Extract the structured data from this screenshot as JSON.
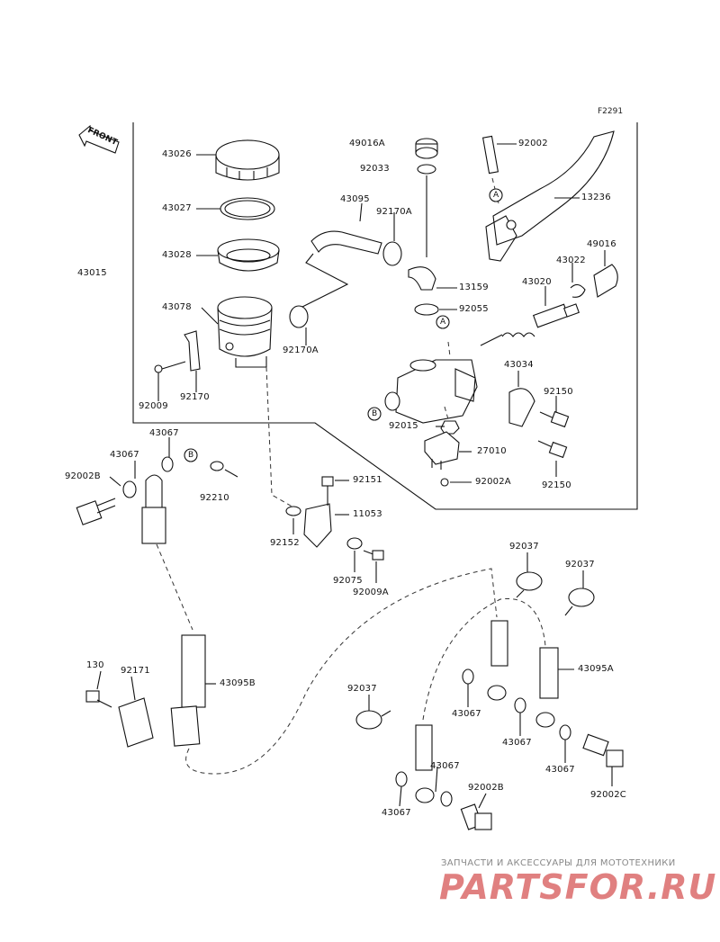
{
  "figure_code": "F2291",
  "front_label": "FRONT",
  "callouts": {
    "A": "A",
    "B": "B"
  },
  "parts": {
    "p43015": "43015",
    "p43026": "43026",
    "p43027": "43027",
    "p43028": "43028",
    "p43078": "43078",
    "p92009": "92009",
    "p92170": "92170",
    "p92170A_a": "92170A",
    "p92170A_b": "92170A",
    "p43095": "43095",
    "p49016A": "49016A",
    "p92033": "92033",
    "p92002": "92002",
    "p13236": "13236",
    "p13159": "13159",
    "p92055": "92055",
    "p49016": "49016",
    "p43022": "43022",
    "p43020": "43020",
    "p43034": "43034",
    "p92150_a": "92150",
    "p92150_b": "92150",
    "p92015": "92015",
    "p27010": "27010",
    "p92002A": "92002A",
    "p43067_a": "43067",
    "p43067_b": "43067",
    "p92002B_a": "92002B",
    "p92210": "92210",
    "p92151": "92151",
    "p11053": "11053",
    "p92152": "92152",
    "p92075": "92075",
    "p92009A": "92009A",
    "p92037_a": "92037",
    "p92037_b": "92037",
    "p92037_c": "92037",
    "p130": "130",
    "p92171": "92171",
    "p43095B": "43095B",
    "p43095A": "43095A",
    "p43067_c": "43067",
    "p43067_d": "43067",
    "p43067_e": "43067",
    "p43067_f": "43067",
    "p43067_g": "43067",
    "p92002B_b": "92002B",
    "p92002C": "92002C"
  },
  "watermark": {
    "tagline": "ЗАПЧАСТИ И АКСЕССУАРЫ ДЛЯ МОТОТЕХНИКИ",
    "logo": "PARTSFOR.RU"
  },
  "colors": {
    "line": "#111111",
    "watermark_logo": "#e08080",
    "watermark_text": "#888888"
  }
}
